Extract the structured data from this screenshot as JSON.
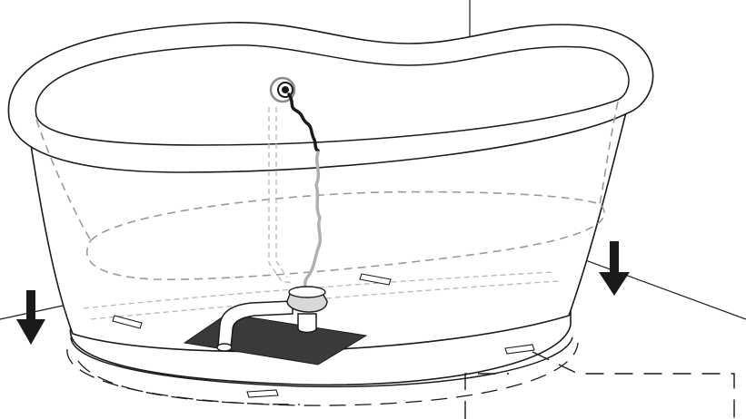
{
  "diagram": {
    "type": "freestanding-bathtub-installation",
    "labels": [],
    "components": [
      "bathtub",
      "overflow-fitting",
      "overflow-cable",
      "waste-pipe",
      "drain-trap",
      "floor-drain-pad",
      "leveling-shims",
      "floor-contact-area"
    ],
    "colors": {
      "ink": "#1a1a1a",
      "hidden-line": "#9a9a9a",
      "light-chain": "#b0b0b0",
      "pad-fill": "#3a3a3a"
    },
    "arrows": [
      "down-arrow-left",
      "down-arrow-right"
    ]
  }
}
